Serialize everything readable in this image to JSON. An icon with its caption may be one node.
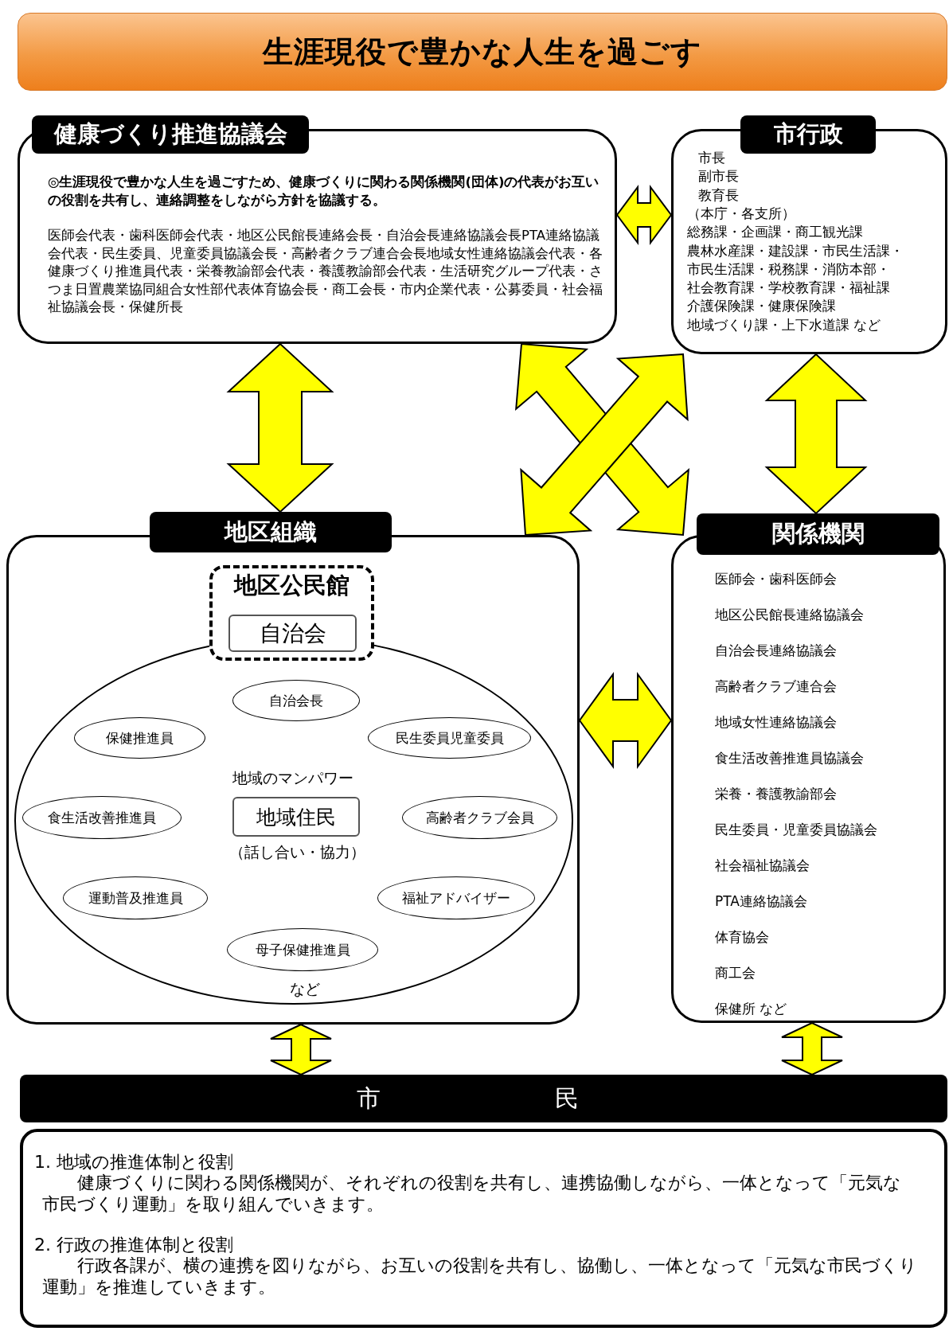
{
  "diagram": {
    "title": "生涯現役で豊かな人生を過ごす",
    "nodes": [
      {
        "text": [
          "健康づくり推進協議会",
          "◎生涯現役で豊かな人生を過ごすため、健康づくりに関わる関係機関(団体)の代表がお互いの役割を共有し、連絡調整をしながら方針を協議する。",
          "医師会代表・歯科医師会代表・地区公民館長連絡会長・自治会長連絡協議会長PTA連絡協議会代表・民生委員、児童委員協議会長・高齢者クラブ連合会長地域女性連絡協議会代表・各健康づくり推進員代表・栄養教諭部会代表・養護教諭部会代表・生活研究グループ代表・さつま日置農業協同組合女性部代表体育協会長・商工会長・市内企業代表・公募委員・社会福祉協議会長・保健所長"
        ]
      },
      {
        "text": [
          "市行政",
          "市長",
          "副市長",
          "教育長",
          "（本庁・各支所）",
          "総務課・企画課・商工観光課",
          "農林水産課・建設課・市民生活課・",
          "市民生活課・税務課・消防本部・",
          "社会教育課・学校教育課・福祉課",
          "介護保険課・健康保険課",
          "地域づくり課・上下水道課 など"
        ]
      },
      {
        "text": [
          "地区組織"
        ]
      },
      {
        "text": [
          "地区公民館"
        ],
        "in": 2
      },
      {
        "text": [
          "自治会"
        ],
        "in": 3
      },
      {
        "text": [
          "地域のマンパワー",
          "（話し合い・協力）",
          "など"
        ],
        "in": 2
      },
      {
        "text": [
          "自治会長"
        ],
        "in": 5
      },
      {
        "text": [
          "保健推進員"
        ],
        "in": 5
      },
      {
        "text": [
          "民生委員児童委員"
        ],
        "in": 5
      },
      {
        "text": [
          "地域住民"
        ],
        "in": 5
      },
      {
        "text": [
          "食生活改善推進員"
        ],
        "in": 5
      },
      {
        "text": [
          "高齢者クラブ会員"
        ],
        "in": 5
      },
      {
        "text": [
          "運動普及推進員"
        ],
        "in": 5
      },
      {
        "text": [
          "福祉アドバイザー"
        ],
        "in": 5
      },
      {
        "text": [
          "母子保健推進員"
        ],
        "in": 5
      },
      {
        "text": [
          "関係機関",
          "医師会・歯科医師会",
          "地区公民館長連絡協議会",
          "自治会長連絡協議会",
          "高齢者クラブ連合会",
          "地域女性連絡協議会",
          "食生活改善推進員協議会",
          "栄養・養護教諭部会",
          "民生委員・児童委員協議会",
          "社会福祉協議会",
          "PTA連絡協議会",
          "体育協会",
          "商工会",
          "保健所 など"
        ]
      },
      {
        "text": [
          "市 民"
        ]
      },
      {
        "text": [
          "1. 地域の推進体制と役割",
          "健康づくりに関わる関係機関が、それぞれの役割を共有し、連携協働しながら、一体となって「元気な市民づくり運動」を取り組んでいきます。",
          "2. 行政の推進体制と役割",
          "行政各課が、横の連携を図りながら、お互いの役割を共有し、協働し、一体となって「元気な市民づくり運動」を推進していきます。"
        ]
      }
    ],
    "edges": [
      {
        "from": 0,
        "to": 1,
        "arrow": "both"
      },
      {
        "from": 0,
        "to": 2,
        "arrow": "both"
      },
      {
        "from": 0,
        "to": 15,
        "arrow": "both"
      },
      {
        "from": 1,
        "to": 2,
        "arrow": "both"
      },
      {
        "from": 1,
        "to": 15,
        "arrow": "both"
      },
      {
        "from": 2,
        "to": 15,
        "arrow": "both"
      },
      {
        "from": 2,
        "to": 16,
        "arrow": "both"
      },
      {
        "from": 15,
        "to": 16,
        "arrow": "both"
      }
    ]
  }
}
